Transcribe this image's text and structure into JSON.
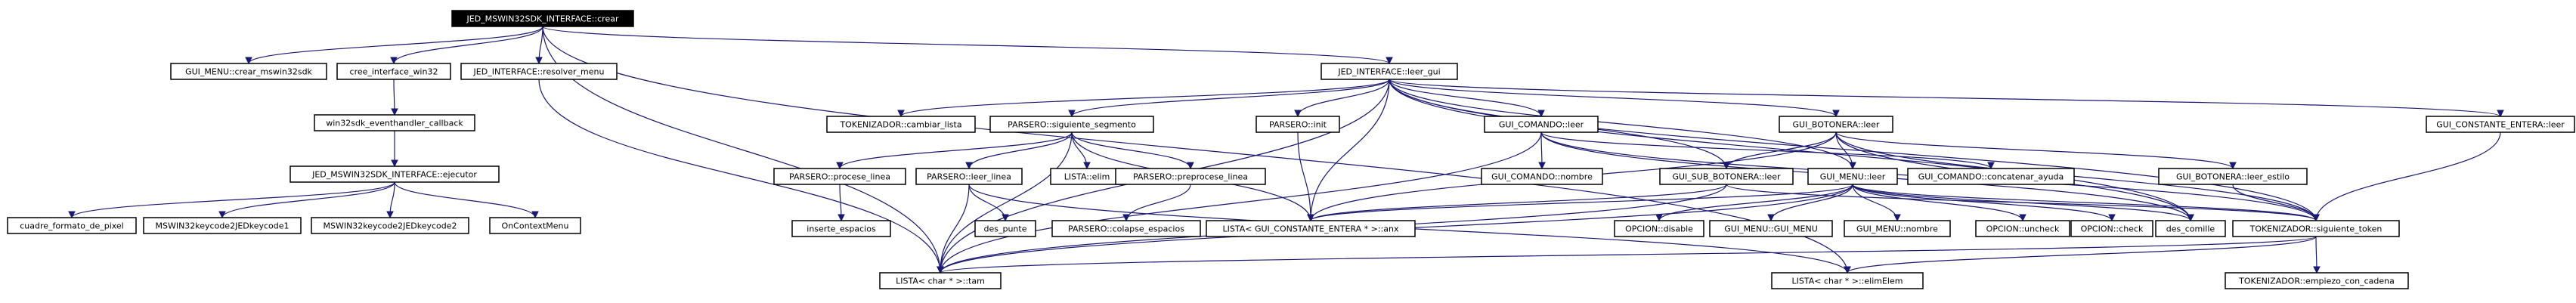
{
  "colors": {
    "edge": "#191970",
    "root_fill": "#000000",
    "root_text": "#ffffff",
    "node_fill": "#ffffff",
    "node_border": "#000000"
  },
  "nodes": [
    {
      "id": "crear",
      "label": "JED_MSWIN32SDK_INTERFACE::crear"
    },
    {
      "id": "gui_menu_crear",
      "label": "GUI_MENU::crear_mswin32sdk"
    },
    {
      "id": "cree_interface",
      "label": "cree_interface_win32"
    },
    {
      "id": "resolver_menu",
      "label": "JED_INTERFACE::resolver_menu"
    },
    {
      "id": "leer_gui",
      "label": "JED_INTERFACE::leer_gui"
    },
    {
      "id": "eventhandler",
      "label": "win32sdk_eventhandler_callback"
    },
    {
      "id": "ejecutor",
      "label": "JED_MSWIN32SDK_INTERFACE::ejecutor"
    },
    {
      "id": "cuadre",
      "label": "cuadre_formato_de_pixel"
    },
    {
      "id": "keycode1",
      "label": "MSWIN32keycode2JEDkeycode1"
    },
    {
      "id": "keycode2",
      "label": "MSWIN32keycode2JEDkeycode2"
    },
    {
      "id": "oncontext",
      "label": "OnContextMenu"
    },
    {
      "id": "cambiar_lista",
      "label": "TOKENIZADOR::cambiar_lista"
    },
    {
      "id": "siguiente_segmento",
      "label": "PARSERO::siguiente_segmento"
    },
    {
      "id": "parsero_init",
      "label": "PARSERO::init"
    },
    {
      "id": "gui_comando_leer",
      "label": "GUI_COMANDO::leer"
    },
    {
      "id": "gui_botonera_leer",
      "label": "GUI_BOTONERA::leer"
    },
    {
      "id": "gui_const_entera_leer",
      "label": "GUI_CONSTANTE_ENTERA::leer"
    },
    {
      "id": "procese_linea",
      "label": "PARSERO::procese_linea"
    },
    {
      "id": "leer_linea",
      "label": "PARSERO::leer_linea"
    },
    {
      "id": "lista_elim",
      "label": "LISTA::elim"
    },
    {
      "id": "preprocese_linea",
      "label": "PARSERO::preprocese_linea"
    },
    {
      "id": "gui_comando_nombre",
      "label": "GUI_COMANDO::nombre"
    },
    {
      "id": "sub_botonera_leer",
      "label": "GUI_SUB_BOTONERA::leer"
    },
    {
      "id": "gui_menu_leer",
      "label": "GUI_MENU::leer"
    },
    {
      "id": "concatenar_ayuda",
      "label": "GUI_COMANDO::concatenar_ayuda"
    },
    {
      "id": "leer_estilo",
      "label": "GUI_BOTONERA::leer_estilo"
    },
    {
      "id": "inserte_espacios",
      "label": "inserte_espacios"
    },
    {
      "id": "des_punte",
      "label": "des_punte"
    },
    {
      "id": "colapse_espacios",
      "label": "PARSERO::colapse_espacios"
    },
    {
      "id": "lista_anx",
      "label": "LISTA< GUI_CONSTANTE_ENTERA * >::anx"
    },
    {
      "id": "opcion_disable",
      "label": "OPCION::disable"
    },
    {
      "id": "gui_menu_gui_menu",
      "label": "GUI_MENU::GUI_MENU"
    },
    {
      "id": "gui_menu_nombre",
      "label": "GUI_MENU::nombre"
    },
    {
      "id": "opcion_uncheck",
      "label": "OPCION::uncheck"
    },
    {
      "id": "opcion_check",
      "label": "OPCION::check"
    },
    {
      "id": "des_comille",
      "label": "des_comille"
    },
    {
      "id": "siguiente_token",
      "label": "TOKENIZADOR::siguiente_token"
    },
    {
      "id": "lista_char_tam",
      "label": "LISTA< char * >::tam"
    },
    {
      "id": "lista_char_elim",
      "label": "LISTA< char * >::elimElem"
    },
    {
      "id": "empiezo_cadena",
      "label": "TOKENIZADOR::empiezo_con_cadena"
    }
  ],
  "edges": [
    [
      "crear",
      "gui_menu_crear"
    ],
    [
      "crear",
      "cree_interface"
    ],
    [
      "crear",
      "resolver_menu"
    ],
    [
      "crear",
      "leer_gui"
    ],
    [
      "crear",
      "lista_char_tam"
    ],
    [
      "crear",
      "lista_char_elim"
    ],
    [
      "cree_interface",
      "eventhandler"
    ],
    [
      "eventhandler",
      "ejecutor"
    ],
    [
      "ejecutor",
      "cuadre"
    ],
    [
      "ejecutor",
      "keycode1"
    ],
    [
      "ejecutor",
      "keycode2"
    ],
    [
      "ejecutor",
      "oncontext"
    ],
    [
      "resolver_menu",
      "lista_char_tam"
    ],
    [
      "leer_gui",
      "cambiar_lista"
    ],
    [
      "leer_gui",
      "siguiente_segmento"
    ],
    [
      "leer_gui",
      "parsero_init"
    ],
    [
      "leer_gui",
      "gui_comando_leer"
    ],
    [
      "leer_gui",
      "gui_botonera_leer"
    ],
    [
      "leer_gui",
      "gui_const_entera_leer"
    ],
    [
      "leer_gui",
      "lista_anx"
    ],
    [
      "leer_gui",
      "gui_menu_leer"
    ],
    [
      "leer_gui",
      "sub_botonera_leer"
    ],
    [
      "leer_gui",
      "siguiente_token"
    ],
    [
      "leer_gui",
      "lista_char_tam"
    ],
    [
      "leer_gui",
      "des_comille"
    ],
    [
      "siguiente_segmento",
      "procese_linea"
    ],
    [
      "siguiente_segmento",
      "leer_linea"
    ],
    [
      "siguiente_segmento",
      "lista_elim"
    ],
    [
      "siguiente_segmento",
      "preprocese_linea"
    ],
    [
      "siguiente_segmento",
      "lista_anx"
    ],
    [
      "siguiente_segmento",
      "lista_char_tam"
    ],
    [
      "procese_linea",
      "inserte_espacios"
    ],
    [
      "leer_linea",
      "des_punte"
    ],
    [
      "leer_linea",
      "lista_char_tam"
    ],
    [
      "leer_linea",
      "lista_char_elim"
    ],
    [
      "preprocese_linea",
      "colapse_espacios"
    ],
    [
      "parsero_init",
      "lista_anx"
    ],
    [
      "gui_comando_leer",
      "gui_comando_nombre"
    ],
    [
      "gui_comando_leer",
      "concatenar_ayuda"
    ],
    [
      "gui_comando_leer",
      "siguiente_token"
    ],
    [
      "gui_comando_leer",
      "lista_char_tam"
    ],
    [
      "gui_comando_leer",
      "des_comille"
    ],
    [
      "gui_botonera_leer",
      "sub_botonera_leer"
    ],
    [
      "gui_botonera_leer",
      "leer_estilo"
    ],
    [
      "gui_botonera_leer",
      "gui_menu_leer"
    ],
    [
      "gui_botonera_leer",
      "siguiente_token"
    ],
    [
      "gui_botonera_leer",
      "lista_anx"
    ],
    [
      "gui_botonera_leer",
      "des_comille"
    ],
    [
      "gui_const_entera_leer",
      "siguiente_token"
    ],
    [
      "sub_botonera_leer",
      "lista_anx"
    ],
    [
      "sub_botonera_leer",
      "lista_char_tam"
    ],
    [
      "sub_botonera_leer",
      "siguiente_token"
    ],
    [
      "gui_menu_leer",
      "opcion_disable"
    ],
    [
      "gui_menu_leer",
      "gui_menu_gui_menu"
    ],
    [
      "gui_menu_leer",
      "gui_menu_nombre"
    ],
    [
      "gui_menu_leer",
      "opcion_uncheck"
    ],
    [
      "gui_menu_leer",
      "opcion_check"
    ],
    [
      "gui_menu_leer",
      "des_comille"
    ],
    [
      "gui_menu_leer",
      "siguiente_token"
    ],
    [
      "gui_menu_leer",
      "lista_anx"
    ],
    [
      "gui_menu_leer",
      "lista_char_tam"
    ],
    [
      "leer_estilo",
      "siguiente_token"
    ],
    [
      "siguiente_token",
      "lista_char_elim"
    ],
    [
      "siguiente_token",
      "empiezo_cadena"
    ],
    [
      "siguiente_token",
      "lista_char_tam"
    ]
  ]
}
